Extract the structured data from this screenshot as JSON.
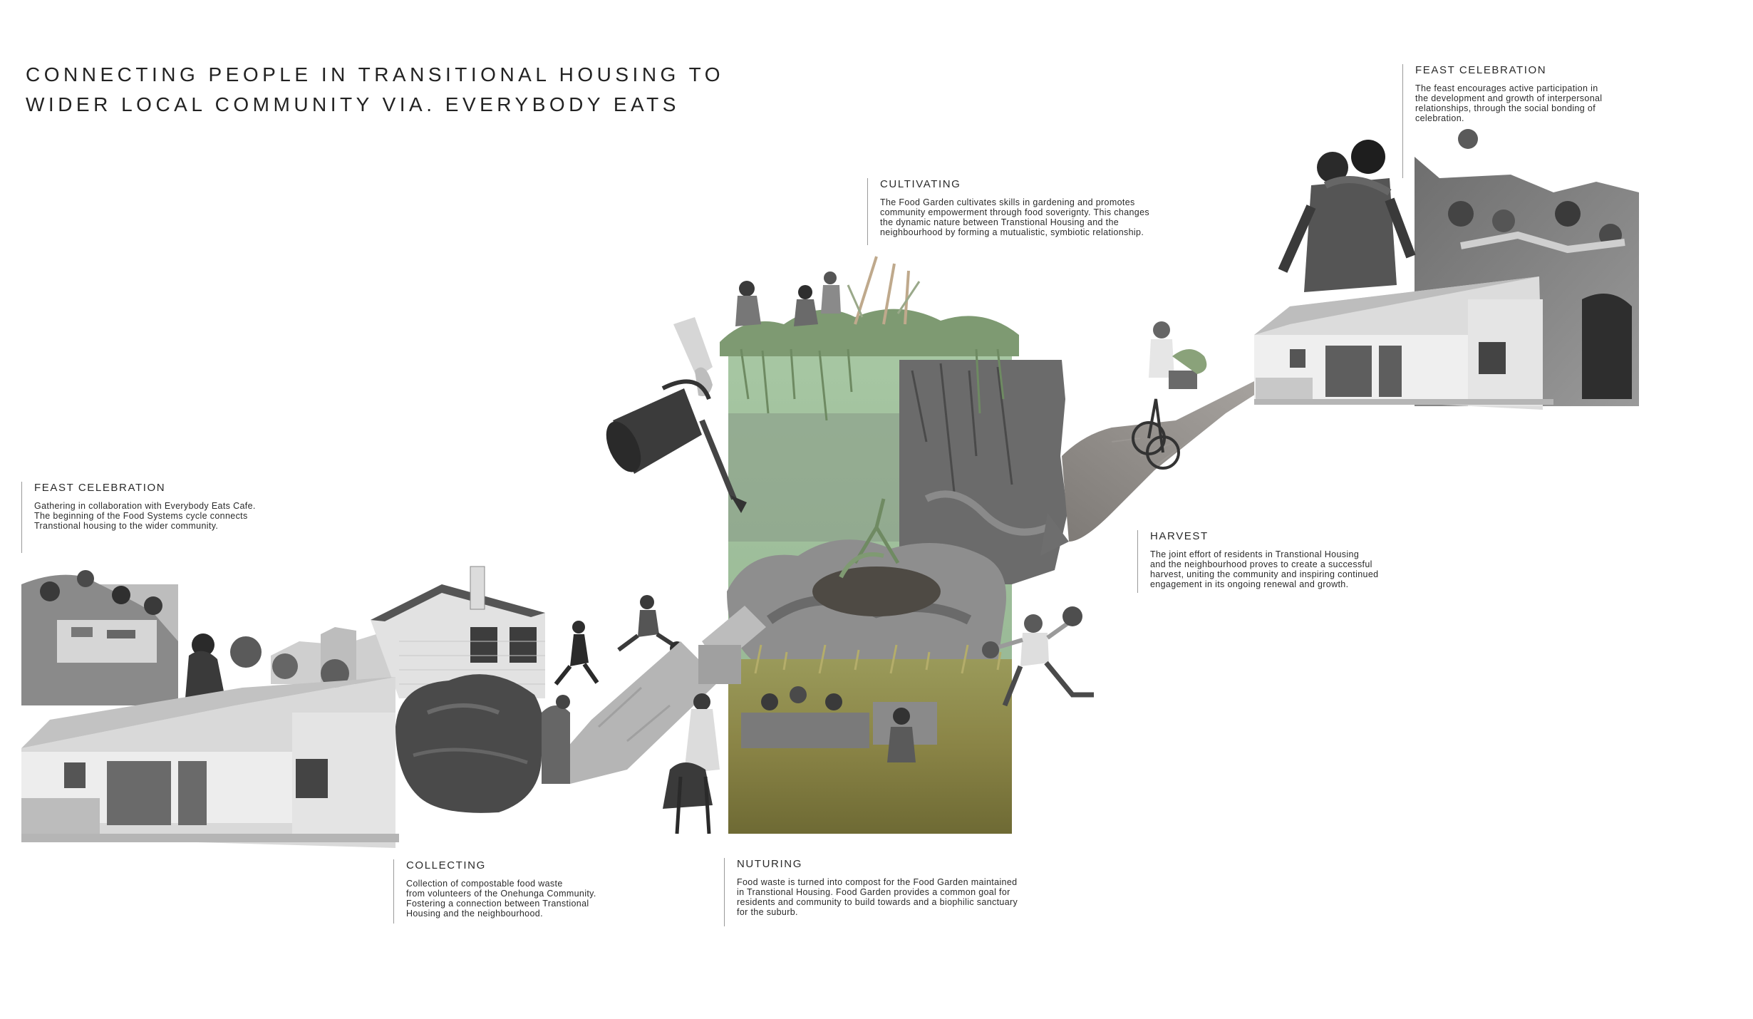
{
  "title": {
    "line1": "CONNECTING PEOPLE IN TRANSITIONAL HOUSING TO",
    "line2": "WIDER LOCAL COMMUNITY VIA. EVERYBODY EATS"
  },
  "stages": {
    "feast_left": {
      "heading": "FEAST CELEBRATION",
      "lines": [
        "Gathering in collaboration with Everybody Eats Cafe.",
        "The beginning of the Food Systems cycle connects",
        "Transtional housing to the wider community."
      ]
    },
    "collecting": {
      "heading": "COLLECTING",
      "lines": [
        "Collection of compostable food waste",
        "from volunteers of the Onehunga Community.",
        "Fostering a connection between Transtional",
        "Housing and the neighbourhood."
      ]
    },
    "nuturing": {
      "heading": "NUTURING",
      "lines": [
        "Food waste is turned into compost for the Food Garden maintained",
        "in Transtional Housing. Food Garden provides a common goal for",
        "residents and community to build towards and a biophilic sanctuary",
        "for the suburb."
      ]
    },
    "cultivating": {
      "heading": "CULTIVATING",
      "lines": [
        "The Food Garden cultivates skills in gardening and promotes",
        "community empowerment through food soverignty. This changes",
        "the dynamic nature between Transtional Housing and the",
        "neighbourhood by forming a mutualistic, symbiotic relationship."
      ]
    },
    "harvest": {
      "heading": "HARVEST",
      "lines": [
        "The joint effort of residents in Transtional Housing",
        "and the neighbourhood proves to create a successful",
        "harvest, uniting the community and inspiring continued",
        "engagement in its ongoing renewal and growth."
      ]
    },
    "feast_right": {
      "heading": "FEAST CELEBRATION",
      "lines": [
        "The feast encourages active participation in",
        "the development and growth of interpersonal",
        "relationships, through the social bonding of",
        "celebration."
      ]
    }
  },
  "colors": {
    "accent_green": "#a9cda6",
    "grass": "#8c8a4c",
    "building": "#eeeeee",
    "ground": "#8f8c88"
  }
}
